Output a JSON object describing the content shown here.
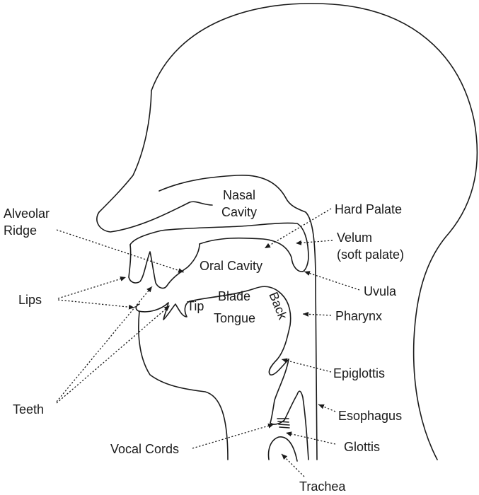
{
  "colors": {
    "ink": "#1a1a1a",
    "background": "#ffffff"
  },
  "labels": {
    "nasal_cavity": [
      "Nasal",
      "Cavity"
    ],
    "hard_palate": "Hard Palate",
    "alveolar_ridge": [
      "Alveolar",
      "Ridge"
    ],
    "velum": [
      "Velum",
      "(soft palate)"
    ],
    "oral_cavity": "Oral Cavity",
    "uvula": "Uvula",
    "lips": "Lips",
    "tip": "Tip",
    "blade": "Blade",
    "tongue": "Tongue",
    "back": "Back",
    "pharynx": "Pharynx",
    "epiglottis": "Epiglottis",
    "teeth": "Teeth",
    "esophagus": "Esophagus",
    "vocal_cords": "Vocal Cords",
    "glottis": "Glottis",
    "trachea": "Trachea"
  }
}
